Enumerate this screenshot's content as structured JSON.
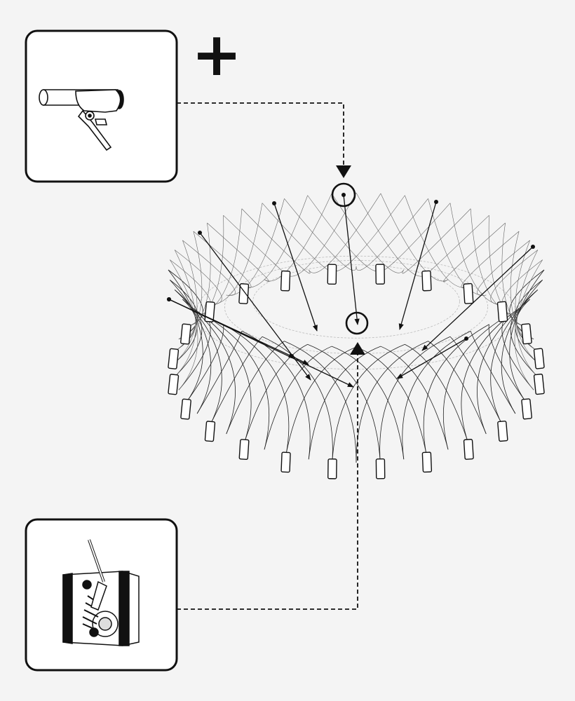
{
  "diagram": {
    "plus_symbol": "+",
    "components": [
      {
        "id": "top-callout",
        "icon": "tube-clamp-fitting-icon"
      },
      {
        "id": "bottom-callout",
        "icon": "winch-gear-mechanism-icon"
      }
    ],
    "net_structure": {
      "icon": "circular-cable-net-icon",
      "hanging_weights": 24,
      "cable_arrows": 9
    },
    "colors": {
      "background": "#f4f4f4",
      "ink": "#111111",
      "box_fill": "#ffffff"
    }
  }
}
